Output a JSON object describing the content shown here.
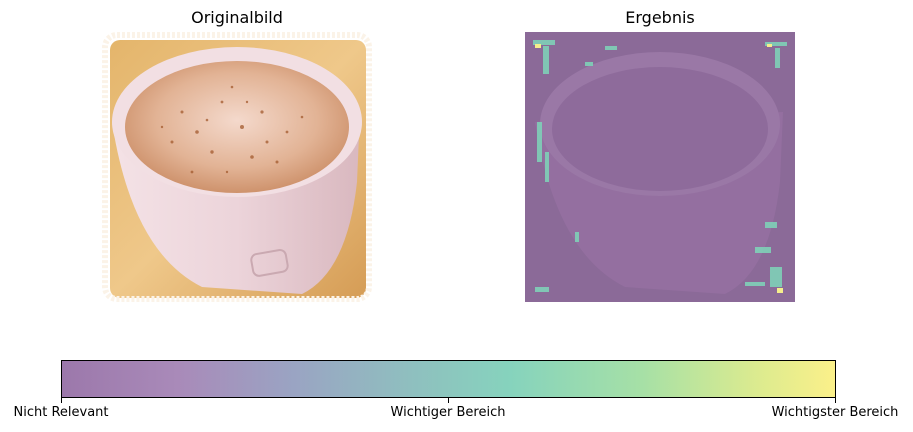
{
  "panels": {
    "left_title": "Originalbild",
    "right_title": "Ergebnis"
  },
  "colorbar": {
    "ticks": [
      "Nicht Relevant",
      "Wichtiger Bereich",
      "Wichtigster Bereich"
    ],
    "colors": [
      "#9c78ab",
      "#86d3bd",
      "#fbf08a"
    ]
  }
}
